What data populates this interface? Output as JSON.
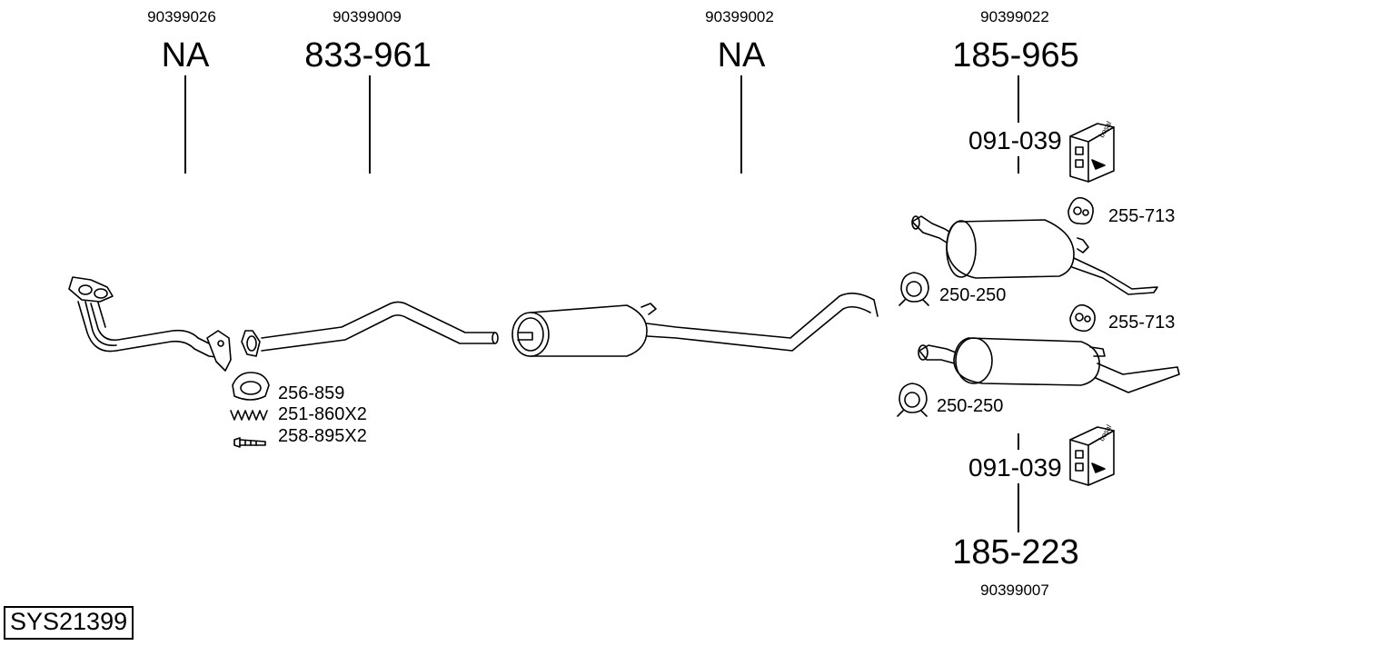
{
  "system_code": "SYS21399",
  "sections": [
    {
      "id": "front-pipe",
      "ref": "90399026",
      "part": "NA"
    },
    {
      "id": "intermediate-pipe",
      "ref": "90399009",
      "part": "833-961"
    },
    {
      "id": "center-silencer",
      "ref": "90399002",
      "part": "NA"
    },
    {
      "id": "rear-silencer-a",
      "ref": "90399022",
      "part": "185-965",
      "kit": "091-039"
    },
    {
      "id": "rear-silencer-b",
      "ref": "90399007",
      "part": "185-223",
      "kit": "091-039"
    }
  ],
  "accessories": {
    "gasket": "256-859",
    "spring": "251-860X2",
    "bolt": "258-895X2",
    "rubber_mount_a": "255-713",
    "clamp_a": "250-250",
    "rubber_mount_b": "255-713",
    "clamp_b": "250-250"
  },
  "kit_box_brand": "bosal"
}
